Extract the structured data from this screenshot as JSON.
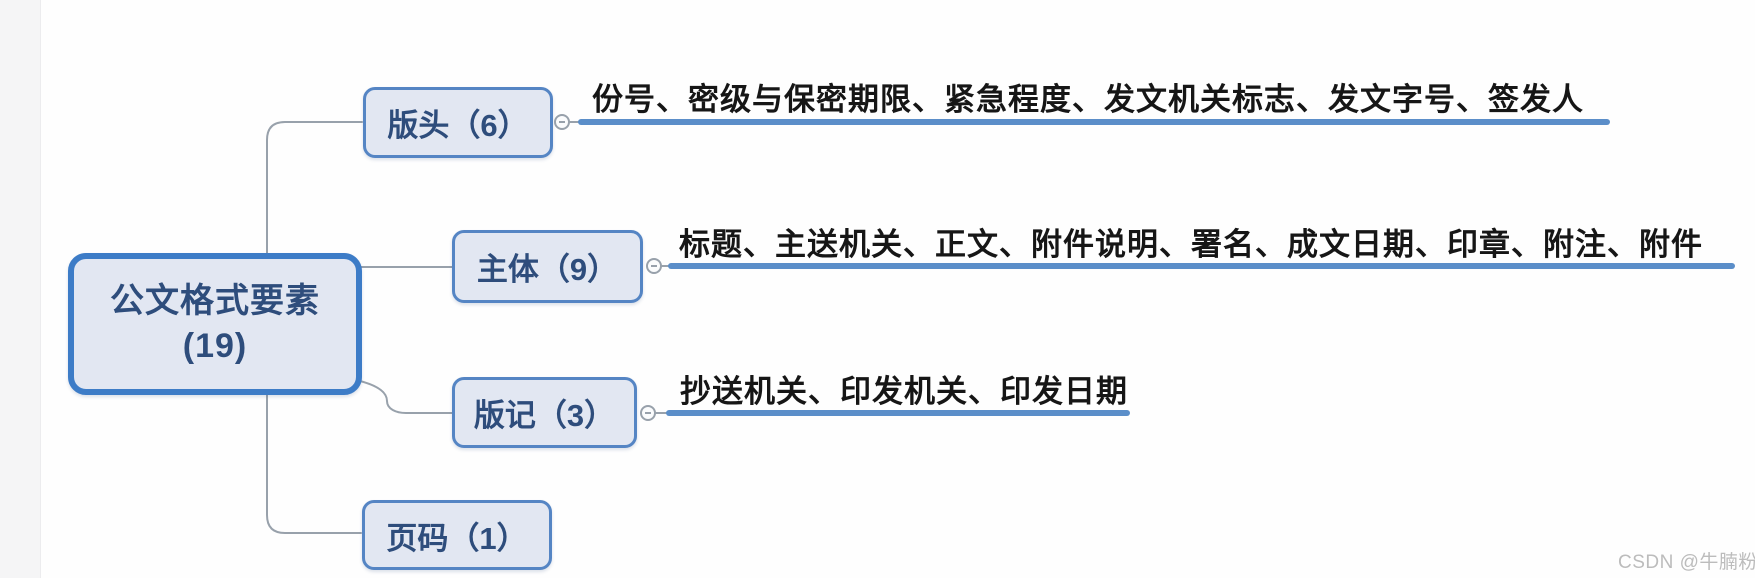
{
  "page": {
    "watermark": "CSDN @牛腩粉\\"
  },
  "colors": {
    "page-bg": "#fefefe",
    "gutter": "#f5f5f6",
    "root-border": "#3d7cc7",
    "node-border": "#5585c4",
    "node-fill": "#e2e7f2",
    "node-text": "#2e4d7c",
    "underline": "#5b8ec9",
    "connector": "#98a1ab",
    "leaf-text": "#161616",
    "watermark": "#bcbcbc"
  },
  "mindmap": {
    "root": {
      "title": "公文格式要素",
      "count": "(19)"
    },
    "branches": [
      {
        "label": "版头（6）",
        "leaf": "份号、密级与保密期限、紧急程度、发文机关标志、发文字号、签发人"
      },
      {
        "label": "主体（9）",
        "leaf": "标题、主送机关、正文、附件说明、署名、成文日期、印章、附注、附件"
      },
      {
        "label": "版记（3）",
        "leaf": "抄送机关、印发机关、印发日期"
      },
      {
        "label": "页码（1）",
        "leaf": ""
      }
    ]
  }
}
